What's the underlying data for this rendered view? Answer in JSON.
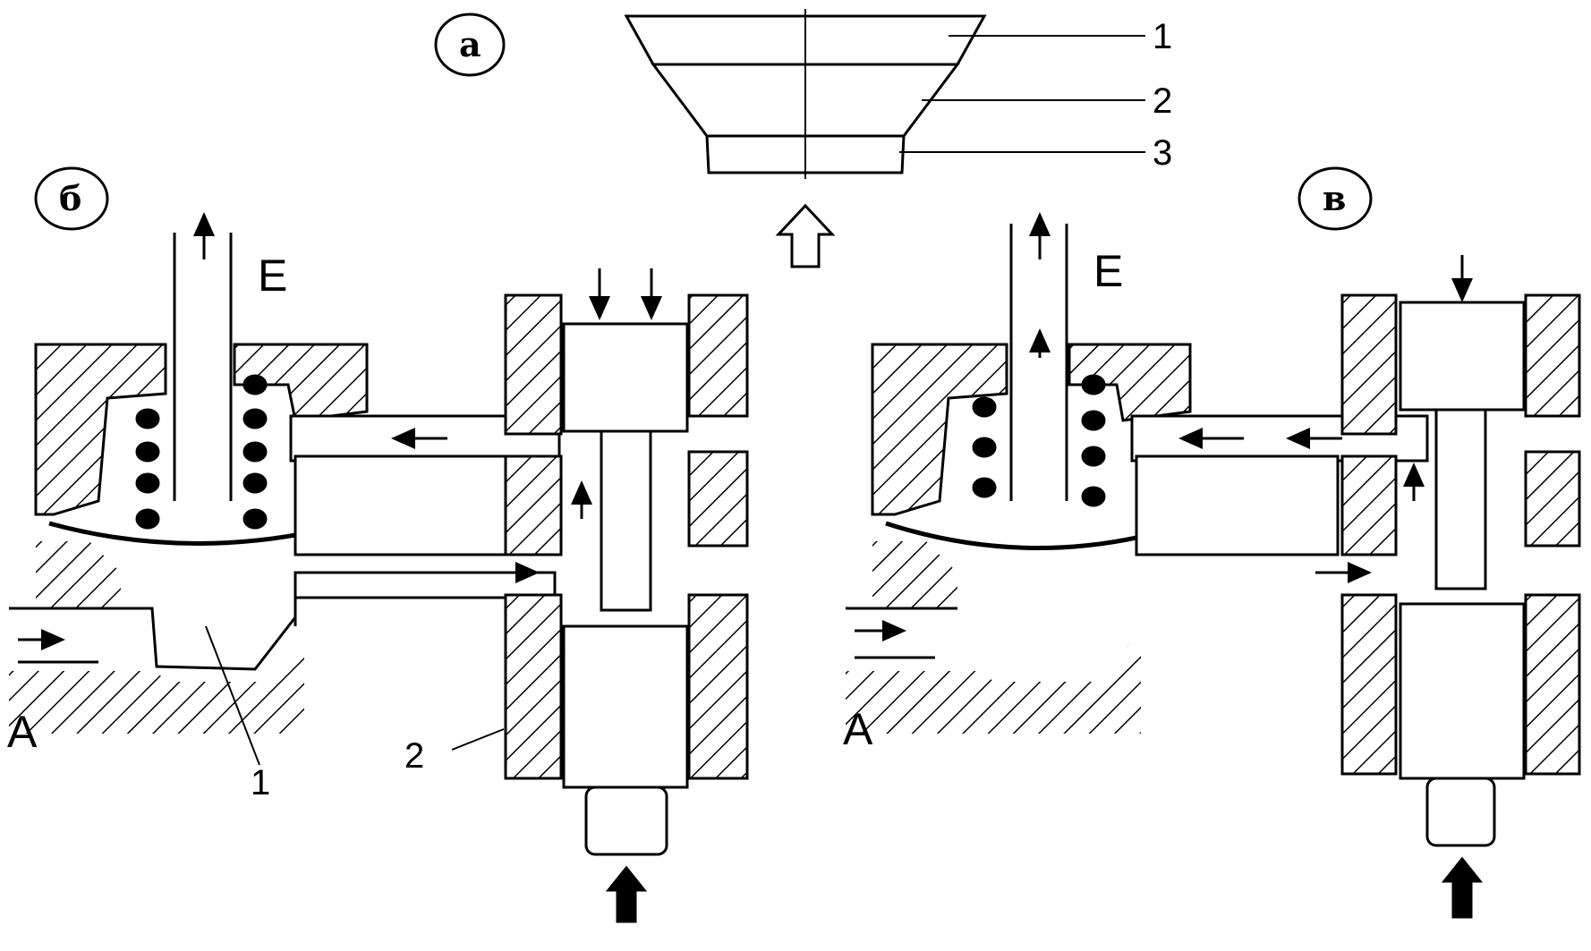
{
  "panel_labels": {
    "a": "а",
    "b": "б",
    "v": "в"
  },
  "part_a": {
    "layers": [
      "1",
      "2",
      "3"
    ]
  },
  "part_b": {
    "inlet": "A",
    "exhaust": "E",
    "callout_1": "1",
    "callout_2": "2"
  },
  "part_v": {
    "inlet": "A",
    "exhaust": "E"
  },
  "colors": {
    "ink": "#000000",
    "paper": "#ffffff"
  }
}
